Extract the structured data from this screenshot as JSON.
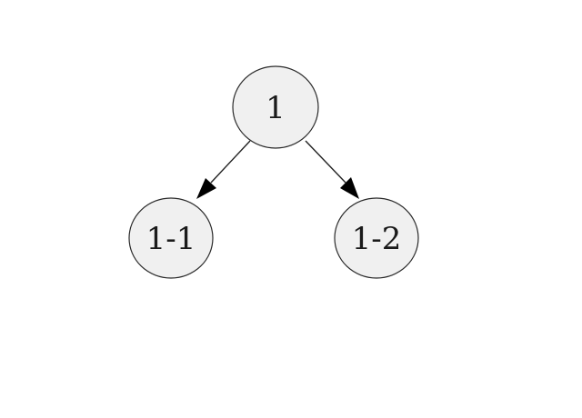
{
  "diagram": {
    "type": "tree",
    "nodes": [
      {
        "id": "root",
        "label": "1"
      },
      {
        "id": "left",
        "label": "1-1"
      },
      {
        "id": "right",
        "label": "1-2"
      }
    ],
    "edges": [
      {
        "from": "root",
        "to": "left"
      },
      {
        "from": "root",
        "to": "right"
      }
    ]
  }
}
